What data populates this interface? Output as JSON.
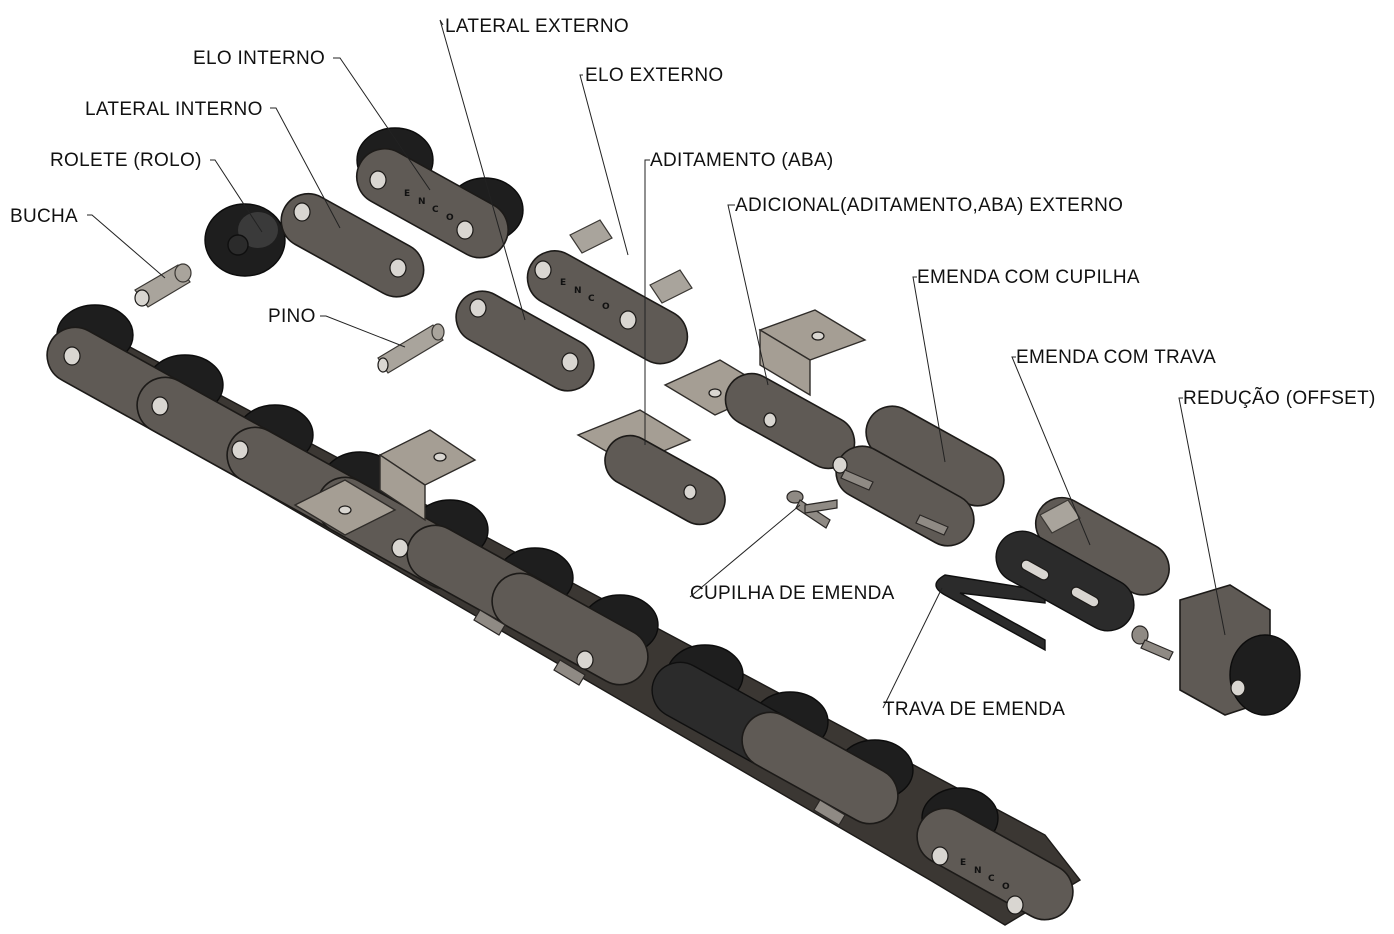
{
  "labels": {
    "lateral_externo": "LATERAL EXTERNO",
    "elo_interno": "ELO INTERNO",
    "elo_externo": "ELO EXTERNO",
    "lateral_interno": "LATERAL INTERNO",
    "aditamento_aba": "ADITAMENTO (ABA)",
    "rolete_rolo": "ROLETE (ROLO)",
    "adicional_externo": "ADICIONAL(ADITAMENTO,ABA) EXTERNO",
    "bucha": "BUCHA",
    "emenda_com_cupilha": "EMENDA COM CUPILHA",
    "pino": "PINO",
    "emenda_com_trava": "EMENDA COM TRAVA",
    "reducao_offset": "REDUÇÃO (OFFSET)",
    "cupilha_de_emenda": "CUPILHA DE EMENDA",
    "trava_de_emenda": "TRAVA DE EMENDA"
  },
  "plate_marking": [
    "E",
    "N",
    "C",
    "O"
  ],
  "colors": {
    "background": "#ffffff",
    "plate": "#5f5a55",
    "roller": "#1e1e1e",
    "tab": "#a59e94",
    "text": "#111111"
  }
}
